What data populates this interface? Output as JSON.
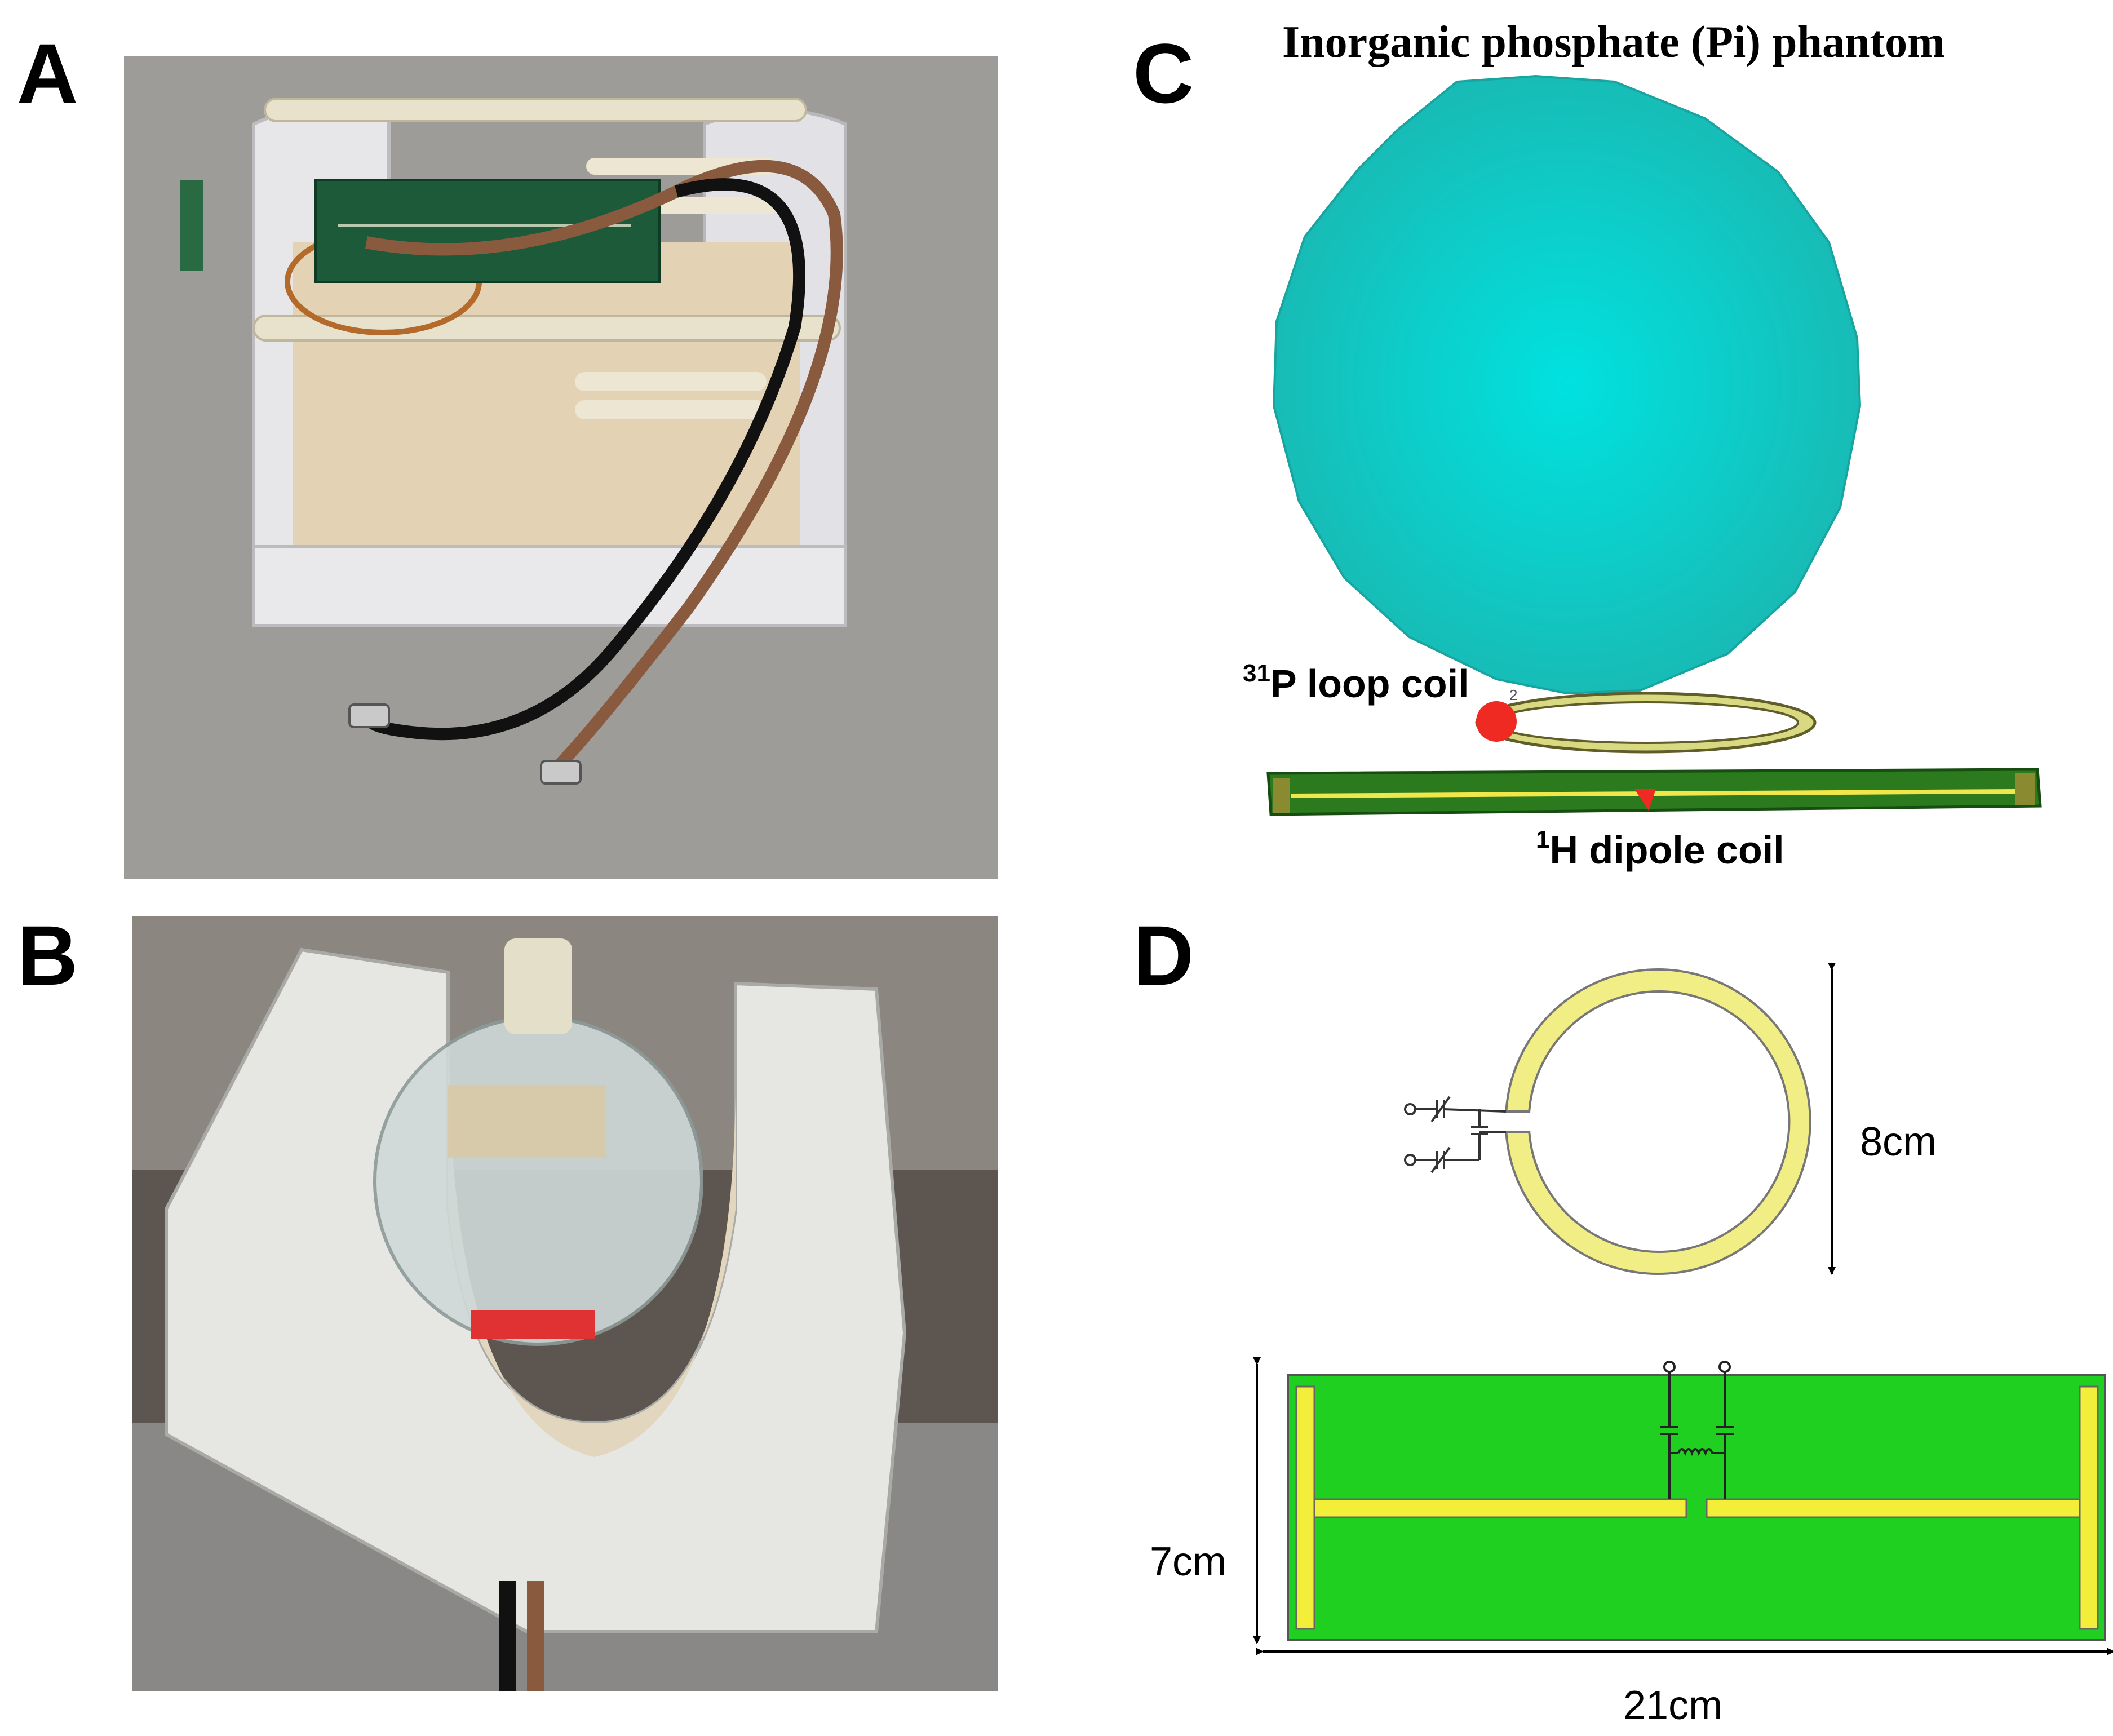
{
  "panels": {
    "a": {
      "letter": "A"
    },
    "b": {
      "letter": "B"
    },
    "c": {
      "letter": "C",
      "title": "Inorganic phosphate (Pi) phantom",
      "loop_label_sup": "31",
      "loop_label_text": "P loop coil",
      "dipole_label_sup": "1",
      "dipole_label_text": "H dipole coil",
      "colors": {
        "sphere": "#1fd5d2",
        "loop": "#d4d37a",
        "board": "#2b7a1e",
        "feed": "#ee2a22"
      }
    },
    "d": {
      "letter": "D",
      "loop_diameter": "8cm",
      "board_height": "7cm",
      "board_width": "21cm",
      "colors": {
        "loop": "#f2ee86",
        "board": "#1fd020",
        "trace": "#f2ee3a"
      }
    }
  }
}
